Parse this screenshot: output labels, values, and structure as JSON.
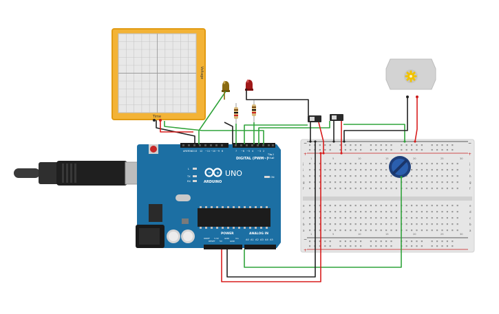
{
  "oscilloscope": {
    "x_label": "Time",
    "y_label": "Voltage"
  },
  "arduino": {
    "board_label": "ARDUINO",
    "model_label": "UNO",
    "digital_header_label": "DIGITAL (PWM~)",
    "power_header_label": "POWER",
    "analog_header_label": "ANALOG IN",
    "on_label": "ON",
    "indicator_labels": [
      "L",
      "TX",
      "RX"
    ],
    "digital_pin_labels": [
      "AREF",
      "GND",
      "13",
      "12",
      "~11",
      "~10",
      "~9",
      "8",
      "7",
      "~6",
      "~5",
      "4",
      "~3",
      "2",
      "TX►1",
      "RX◄0"
    ],
    "power_pin_labels": [
      "IOREF",
      "RESET",
      "3.3V",
      "5V",
      "GND",
      "GND",
      "Vin"
    ],
    "analog_pin_labels": [
      "A0",
      "A1",
      "A2",
      "A3",
      "A4",
      "A5"
    ]
  },
  "breadboard": {
    "row_letters_top": [
      "j",
      "i",
      "h",
      "g",
      "f"
    ],
    "row_letters_bottom": [
      "e",
      "d",
      "c",
      "b",
      "a"
    ],
    "column_numbers": [
      "1",
      "5",
      "10",
      "15",
      "20",
      "25",
      "30"
    ],
    "rail_signs": [
      "+",
      "−"
    ]
  },
  "components": {
    "led_colors": {
      "yellow": "#8a6a10",
      "red": "#a01818"
    },
    "wire_colors": {
      "green": "#2fa33a",
      "black": "#202020",
      "red": "#d81c1c"
    }
  }
}
